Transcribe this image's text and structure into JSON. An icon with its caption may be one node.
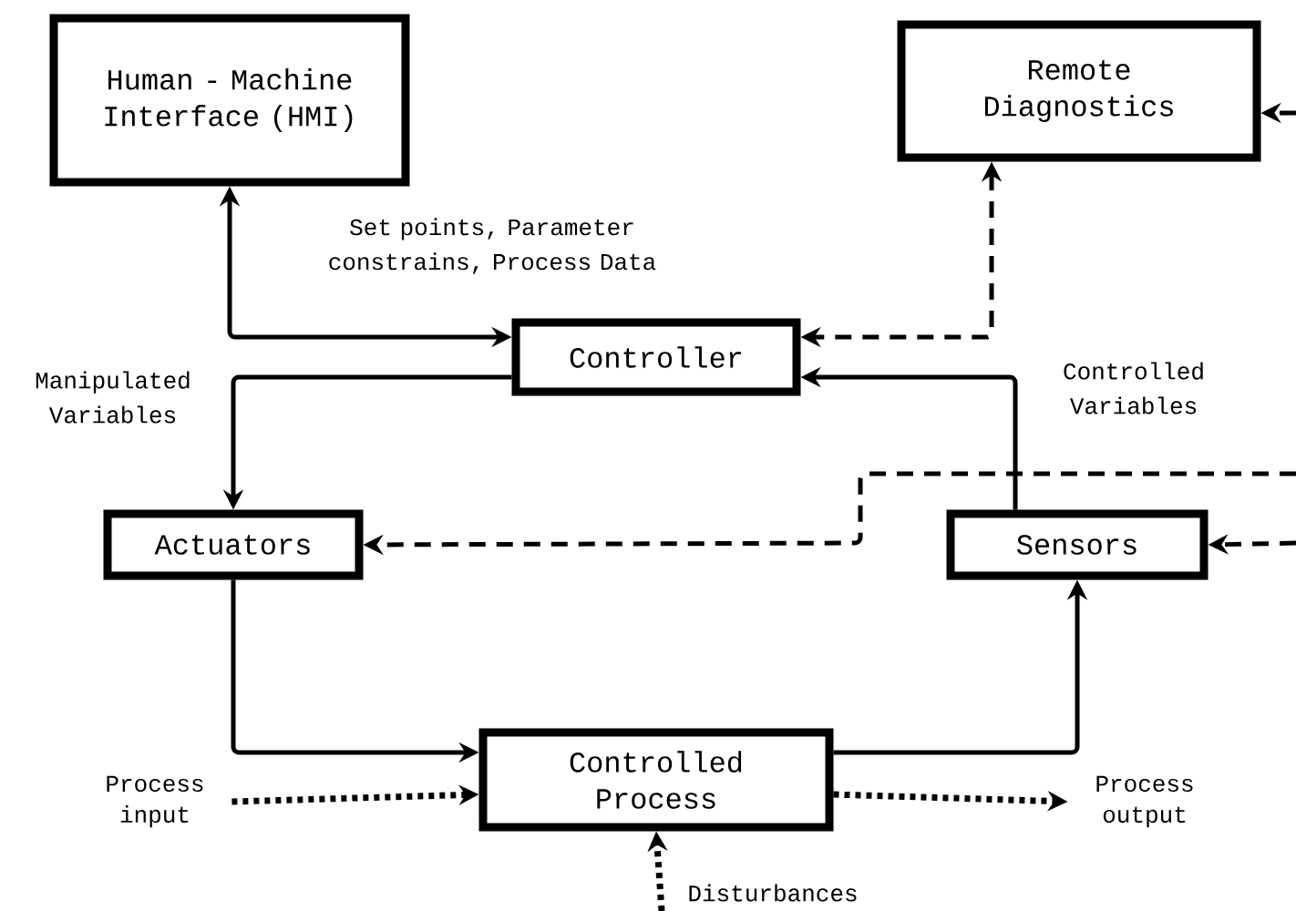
{
  "diagram": {
    "nodes": [
      {
        "text": [
          "Human - Machine Interface (HMI)"
        ]
      },
      {
        "text": [
          "Remote Diagnostics"
        ]
      },
      {
        "text": [
          "Controller"
        ]
      },
      {
        "text": [
          "Actuators"
        ]
      },
      {
        "text": [
          "Sensors"
        ]
      },
      {
        "text": [
          "Controlled Process"
        ]
      },
      {
        "text": [
          "Process input"
        ]
      },
      {
        "text": [
          "Process output"
        ]
      }
    ],
    "edges": [
      {
        "from": 0,
        "to": 2,
        "arrow": "both",
        "label": "Set points, Parameter constrains, Process Data"
      },
      {
        "from": 2,
        "to": 3,
        "arrow": "to",
        "label": "Manipulated Variables"
      },
      {
        "from": 4,
        "to": 2,
        "arrow": "to",
        "label": "Controlled Variables"
      },
      {
        "from": 3,
        "to": 5,
        "arrow": "to"
      },
      {
        "from": 5,
        "to": 4,
        "arrow": "to"
      },
      {
        "from": 1,
        "to": 2,
        "arrow": "both",
        "style": "dashed"
      },
      {
        "from": null,
        "to": 1,
        "arrow": "to",
        "style": "dashed"
      },
      {
        "from": null,
        "to": 4,
        "arrow": "to",
        "style": "dashed"
      },
      {
        "from": null,
        "to": 3,
        "arrow": "to",
        "style": "dashed"
      },
      {
        "from": 6,
        "to": 5,
        "arrow": "to",
        "style": "dashed"
      },
      {
        "from": 5,
        "to": 7,
        "arrow": "to",
        "style": "dashed"
      },
      {
        "from": null,
        "to": 5,
        "arrow": "to",
        "style": "dashed",
        "label": "Disturbances"
      }
    ]
  }
}
